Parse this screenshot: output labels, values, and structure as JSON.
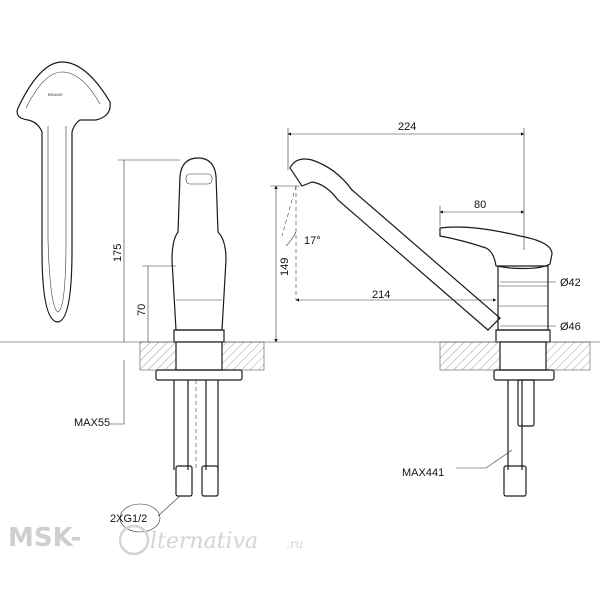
{
  "dimensions": {
    "spout_reach": "224",
    "lever_length": "80",
    "spout_angle": "17°",
    "spout_height": "149",
    "lower_reach": "214",
    "body_diameter_upper": "Ø42",
    "body_diameter_lower": "Ø46",
    "total_height": "175",
    "base_height": "70",
    "max_counter_thickness": "MAX55",
    "max_hose_length": "MAX441",
    "connection_thread": "2XG1/2"
  },
  "logo": {
    "brand_mark": "BRAVAT"
  },
  "watermark": {
    "prefix": "MSK-",
    "script": "lternativa",
    "suffix": ".ru"
  }
}
